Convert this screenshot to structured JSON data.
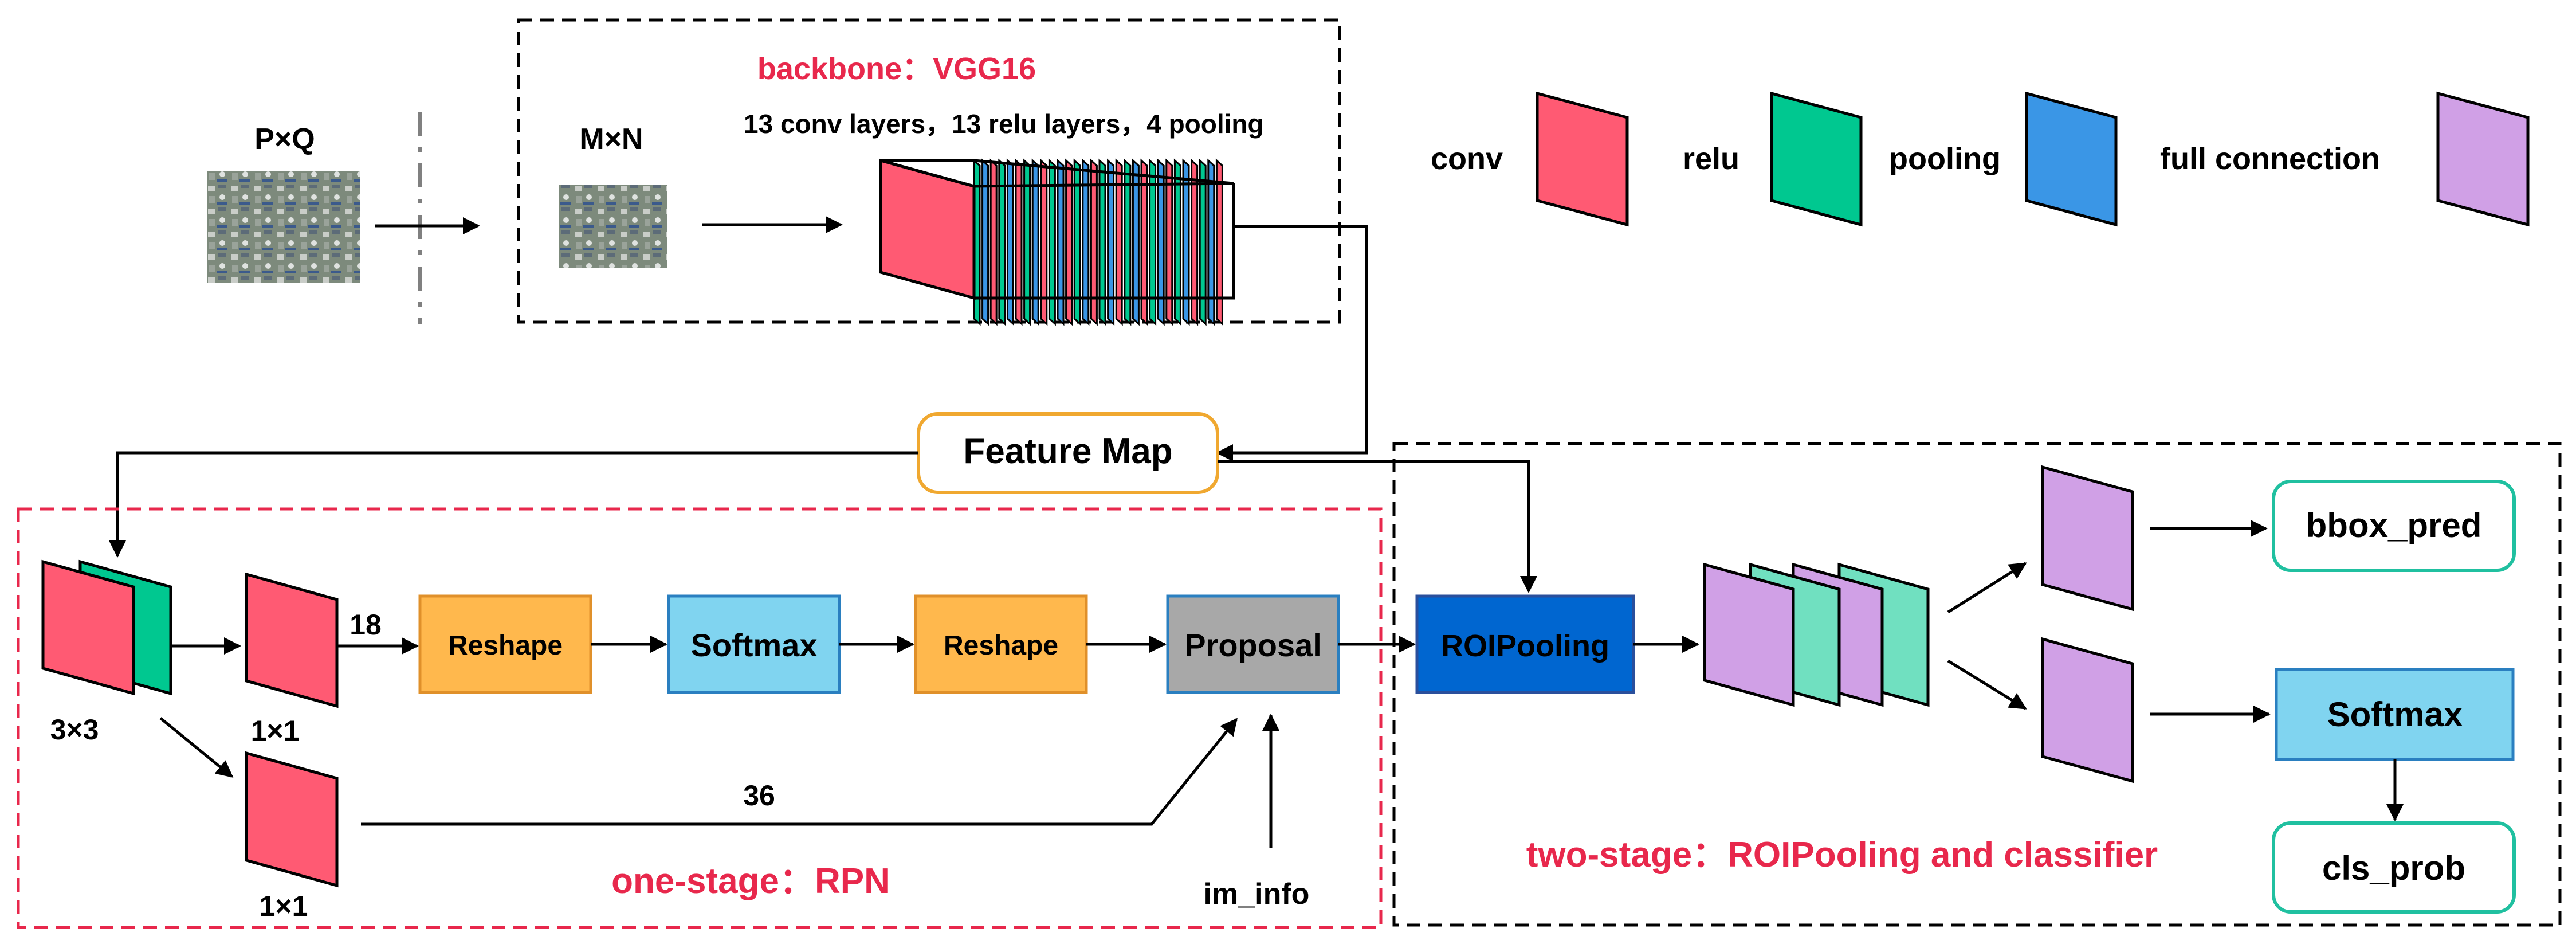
{
  "input": {
    "label": "P×Q"
  },
  "backbone": {
    "title": "backbone：VGG16",
    "subtitle": "13 conv layers，13 relu layers，4 pooling",
    "resized_label": "M×N"
  },
  "legend": {
    "conv": "conv",
    "relu": "relu",
    "pooling": "pooling",
    "full_connection": "full connection"
  },
  "feature_map": "Feature Map",
  "rpn": {
    "title": "one-stage：RPN",
    "conv3_label": "3×3",
    "conv1a_label": "1×1",
    "conv1b_label": "1×1",
    "cls_channels": "18",
    "reg_channels": "36",
    "reshape1": "Reshape",
    "softmax": "Softmax",
    "reshape2": "Reshape",
    "proposal": "Proposal",
    "im_info": "im_info"
  },
  "stage2": {
    "title": "two-stage：ROIPooling and classifier",
    "roipooling": "ROIPooling",
    "bbox_pred": "bbox_pred",
    "softmax": "Softmax",
    "cls_prob": "cls_prob"
  },
  "colors": {
    "conv": "#FF5A73",
    "relu": "#00C890",
    "pooling": "#3A96E6",
    "full_connection": "#D0A0E6",
    "relu_light": "#70E0C0",
    "reshape": "#FFB84D",
    "softmax": "#80D4F0",
    "proposal": "#A8A8A8",
    "roipooling": "#0066D0",
    "accent_red": "#E8284C",
    "feature_map_border": "#F0A830",
    "output_border": "#20C0A0"
  }
}
